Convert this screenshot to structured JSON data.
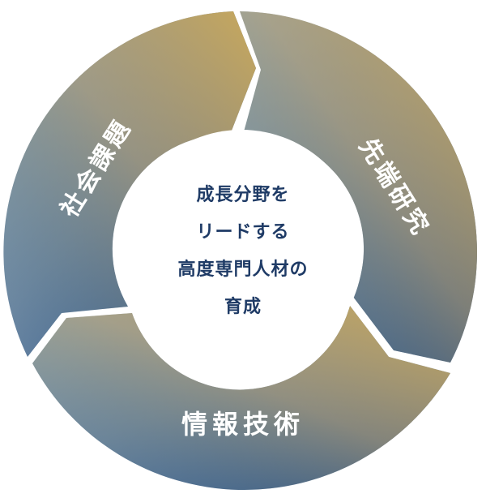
{
  "diagram": {
    "segments": [
      {
        "label": "先端研究"
      },
      {
        "label": "情報技術"
      },
      {
        "label": "社会課題"
      }
    ],
    "center": {
      "lines": [
        "成長分野を",
        "リードする",
        "高度専門人材の",
        "育成"
      ]
    },
    "colors": {
      "top_right": "#c2a866",
      "top_left": "#98aab0",
      "bottom_left": "#1e4d8d",
      "bottom_right": "#5a6e5c",
      "center_text": "#1f3b66",
      "label_text": "#ffffff"
    }
  }
}
